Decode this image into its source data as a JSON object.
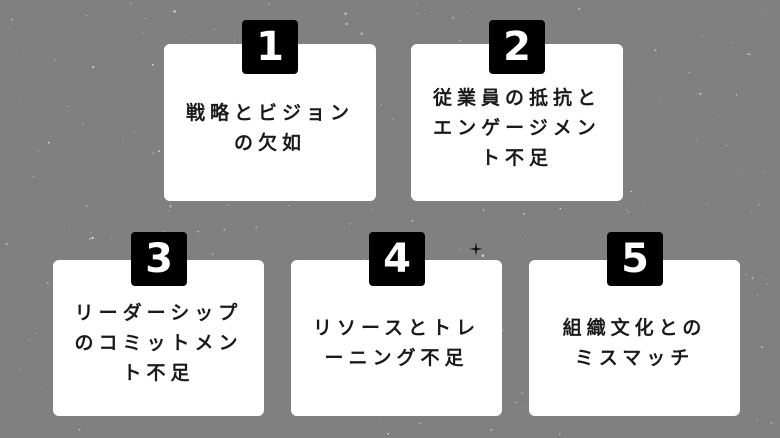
{
  "background_color": "#808080",
  "items": [
    {
      "number": "1",
      "text": "戦略とビジョン\nの欠如"
    },
    {
      "number": "2",
      "text": "従業員の抵抗と\nエンゲージメン\nト不足"
    },
    {
      "number": "3",
      "text": "リーダーシップ\nのコミットメン\nト不足"
    },
    {
      "number": "4",
      "text": "リソースとトレ\nーニング不足"
    },
    {
      "number": "5",
      "text": "組織文化との\nミスマッチ"
    }
  ]
}
